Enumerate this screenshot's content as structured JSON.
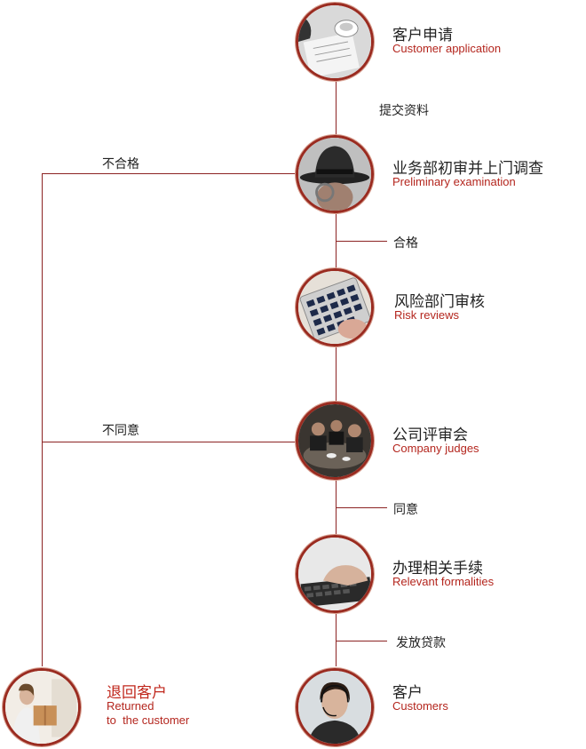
{
  "steps": [
    {
      "title": "客户申请",
      "subtitle": "Customer application",
      "icon": "paperwork-icon"
    },
    {
      "title": "业务部初审并上门调查",
      "subtitle": "Preliminary examination",
      "icon": "inspector-hat-icon"
    },
    {
      "title": "风险部门审核",
      "subtitle": "Risk reviews",
      "icon": "calculator-icon"
    },
    {
      "title": "公司评审会",
      "subtitle": "Company judges",
      "icon": "meeting-icon"
    },
    {
      "title": "办理相关手续",
      "subtitle": "Relevant formalities",
      "icon": "keyboard-icon"
    },
    {
      "title": "客户",
      "subtitle": "Customers",
      "icon": "headset-agent-icon"
    }
  ],
  "connectors": {
    "submit": "提交资料",
    "pass": "合格",
    "agree": "同意",
    "disburse": "发放贷款"
  },
  "rejections": {
    "fail": "不合格",
    "disagree": "不同意"
  },
  "returned": {
    "title": "退回客户",
    "subtitle_line1": "Returned",
    "subtitle_line2": "to  the customer",
    "icon": "parcel-delivery-icon"
  },
  "colors": {
    "line": "#8c2323",
    "accent": "#b4261e",
    "circle_border": "#9a2b20"
  }
}
